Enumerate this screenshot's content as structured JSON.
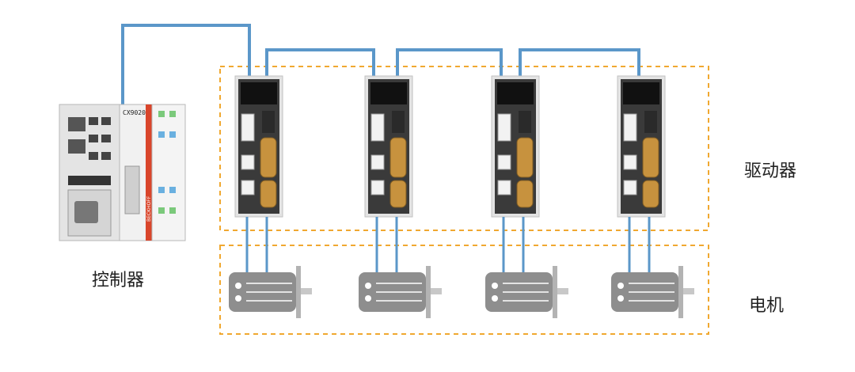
{
  "labels": {
    "controller": "控制器",
    "drives": "驱动器",
    "motors": "电机"
  },
  "controller_device": {
    "model_text": "CX9020",
    "brand_text": "BECKHOFF"
  },
  "drive_count": 4,
  "motor_count": 4,
  "colors": {
    "cable": "#5b97c9",
    "group_border": "#f0a830",
    "drive_body": "#3a3a3a",
    "motor_body": "#8e8e8e",
    "motor_shaft": "#c8c8c8",
    "controller_body": "#e7e7e7",
    "controller_stripe": "#d9452b",
    "connector_gold": "#c7923e"
  }
}
